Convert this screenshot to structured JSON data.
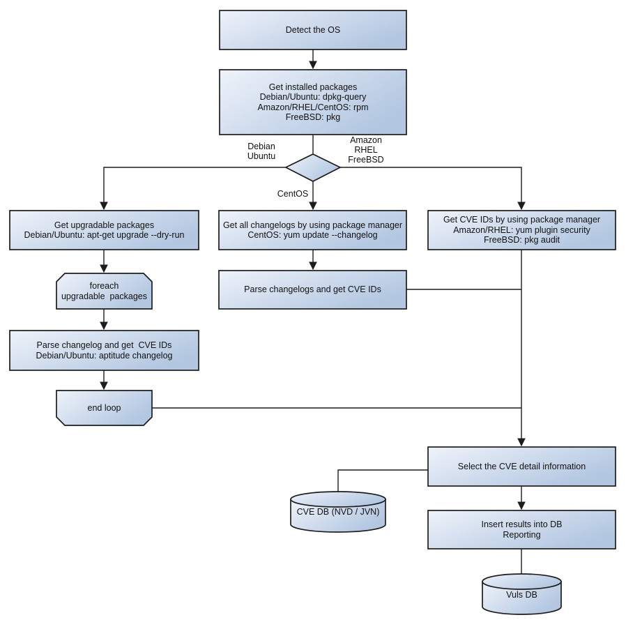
{
  "colors": {
    "node_fill_light": "#eff3fa",
    "node_fill_dark": "#b3c7e1",
    "border": "#1c1c1c",
    "line": "#1c1c1c",
    "background": "#ffffff",
    "text": "#111111"
  },
  "nodes": {
    "detect_os": {
      "label": "Detect the OS"
    },
    "get_installed": {
      "label": "Get installed packages\nDebian/Ubuntu: dpkg-query\nAmazon/RHEL/CentOS: rpm\nFreeBSD: pkg"
    },
    "get_upgradable": {
      "label": "Get upgradable packages\nDebian/Ubuntu: apt-get upgrade --dry-run"
    },
    "foreach_loop": {
      "label": "foreach\nupgradable  packages"
    },
    "parse_changelog": {
      "label": "Parse changelog and get  CVE IDs\nDebian/Ubuntu: aptitude changelog"
    },
    "end_loop": {
      "label": "end loop"
    },
    "get_all_changelogs": {
      "label": "Get all changelogs by using package manager\nCentOS: yum update --changelog"
    },
    "parse_changelogs": {
      "label": "Parse changelogs and get CVE IDs"
    },
    "get_cve_ids": {
      "label": "Get CVE IDs by using package manager\nAmazon/RHEL: yum plugin security\nFreeBSD: pkg audit"
    },
    "select_cve_detail": {
      "label": "Select the CVE detail information"
    },
    "cve_db": {
      "label": "CVE DB (NVD / JVN)"
    },
    "insert_results": {
      "label": "Insert results into DB\nReporting"
    },
    "vuls_db": {
      "label": "Vuls DB"
    }
  },
  "edge_labels": {
    "debian_ubuntu": "Debian\nUbuntu",
    "amazon_rhel_freebsd": "Amazon\nRHEL\nFreeBSD",
    "centos": "CentOS"
  },
  "edges": [
    {
      "from": "detect_os",
      "to": "get_installed"
    },
    {
      "from": "get_installed",
      "to": "os_decision"
    },
    {
      "from": "os_decision",
      "to": "get_upgradable",
      "label": "Debian Ubuntu"
    },
    {
      "from": "os_decision",
      "to": "get_all_changelogs",
      "label": "CentOS"
    },
    {
      "from": "os_decision",
      "to": "get_cve_ids",
      "label": "Amazon RHEL FreeBSD"
    },
    {
      "from": "get_upgradable",
      "to": "foreach_loop"
    },
    {
      "from": "foreach_loop",
      "to": "parse_changelog"
    },
    {
      "from": "parse_changelog",
      "to": "end_loop"
    },
    {
      "from": "end_loop",
      "to": "select_cve_detail"
    },
    {
      "from": "get_all_changelogs",
      "to": "parse_changelogs"
    },
    {
      "from": "parse_changelogs",
      "to": "select_cve_detail"
    },
    {
      "from": "get_cve_ids",
      "to": "select_cve_detail"
    },
    {
      "from": "cve_db",
      "to": "select_cve_detail"
    },
    {
      "from": "select_cve_detail",
      "to": "insert_results"
    },
    {
      "from": "insert_results",
      "to": "vuls_db"
    }
  ]
}
